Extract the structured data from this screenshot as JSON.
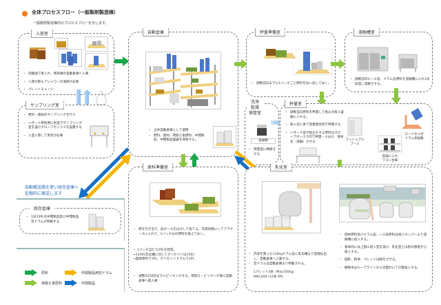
{
  "header": {
    "title": "全体プロセスフロー（一般製剤製造棟）",
    "subtitle": "一般製剤製造棟内のプロセスフローを示します。",
    "dot_color": "#ee7d22"
  },
  "rooms": {
    "receiving": {
      "label": "入荷室",
      "bullets": [
        "同搬送で受入れ、製剤棟の自動倉庫へ入庫",
        "入荷の際エアシャワーの清掃が必要",
        "パレットチェンジ"
      ]
    },
    "sampling": {
      "label": "サンプリング室",
      "bullets": [
        "原料・資材のサンプリングを行う",
        "ハザード原料用に別室でサンプリング室を設けグローブボックスを設置する",
        "入室に際して更衣が必要"
      ]
    },
    "auto_warehouse": {
      "label": "自動倉庫",
      "bullets": [
        "立体自動倉庫として運用",
        "原料、資材、荷揃え後原料、中間製品、中間製品容器を保管する。"
      ]
    },
    "weighing_prep": {
      "label": "秤量準備室",
      "bullets": [
        "調製前日までに1バッチごと原料を払い出しておく。"
      ]
    },
    "melting": {
      "label": "溶融槽室",
      "bullets": [
        "調製前日にー斗缶、ドラム缶原料を溶融槽に入れ1日加温し溶解させる。"
      ]
    },
    "washing": {
      "label": "洗浄\n乾燥\n保管室",
      "container_label": "容器類",
      "bullets": [
        "秤量室に隣接させる"
      ]
    },
    "weighing": {
      "label": "秤量室",
      "bullets": [
        "調製当日原料を秤量して投込の投入容器に入れる。",
        "投入前と後で実重量合同で秤量する",
        "ハザード品や粒立ちする原料はグローブボックス内で秤量・小分け、液体化（溶融）させる"
      ],
      "captions": [
        "プッシュプル\nブース",
        "容器に入れ\nワゴン台車",
        "ロードセル付\nドラム反転機"
      ]
    },
    "material_prep": {
      "label": "原料準備室",
      "bullets": [
        "荷を引き当て、段ボールをはがして捨てる。内袋状態にしてプラケースに入れて、1バッチ分の原料を揃えておく。"
      ],
      "text2": "・ 1バッチ当たり2PLを想定。\n→1200L乳化槽に対してグリセリンは150L\n→固体原料で1PL、グリセリンドラムで1PL",
      "bullets3": [
        "調整の2日前までにピッキングする。荷揃え・ピッキング後に自動倉庫へ再入庫"
      ]
    },
    "emulsion": {
      "label": "乳化室",
      "bullets": [
        "内袋を張った110kgドラム缶に乳化槽より直接払出し、自動倉庫へ入庫する。",
        "空ドラムは自動倉庫より移動される。"
      ],
      "text2": "1パレット3本（Max350kg）\nRW1200→12本 4PL"
    },
    "production": {
      "bullets": [
        "固体原料及びドラム缶、一斗缶原料は投入ホッパーより溶解槽に投入する。",
        "基本的には上部に投入室を設け、乳化室とは別の部屋から投入する。",
        "固形、粉体、ペレットは吸引させる。",
        "精製水はループラインから流量計にて計量投入する。"
      ]
    },
    "existing_warehouse": {
      "label": "既存倉庫",
      "bullets": [
        "1日10PLの中間製品及び中間製品空ドラムが移動する"
      ]
    }
  },
  "transport_note": "自動搬送路を使い既存倉庫へ\n定期的に搬送します",
  "legend": [
    {
      "label": "原料",
      "color": "#1aa64a"
    },
    {
      "label": "中間製品用空ドラム",
      "color": "#f5b400"
    },
    {
      "label": "荷揃え後原料",
      "color": "#8cc63f"
    },
    {
      "label": "中間製品",
      "color": "#1570c8"
    }
  ]
}
